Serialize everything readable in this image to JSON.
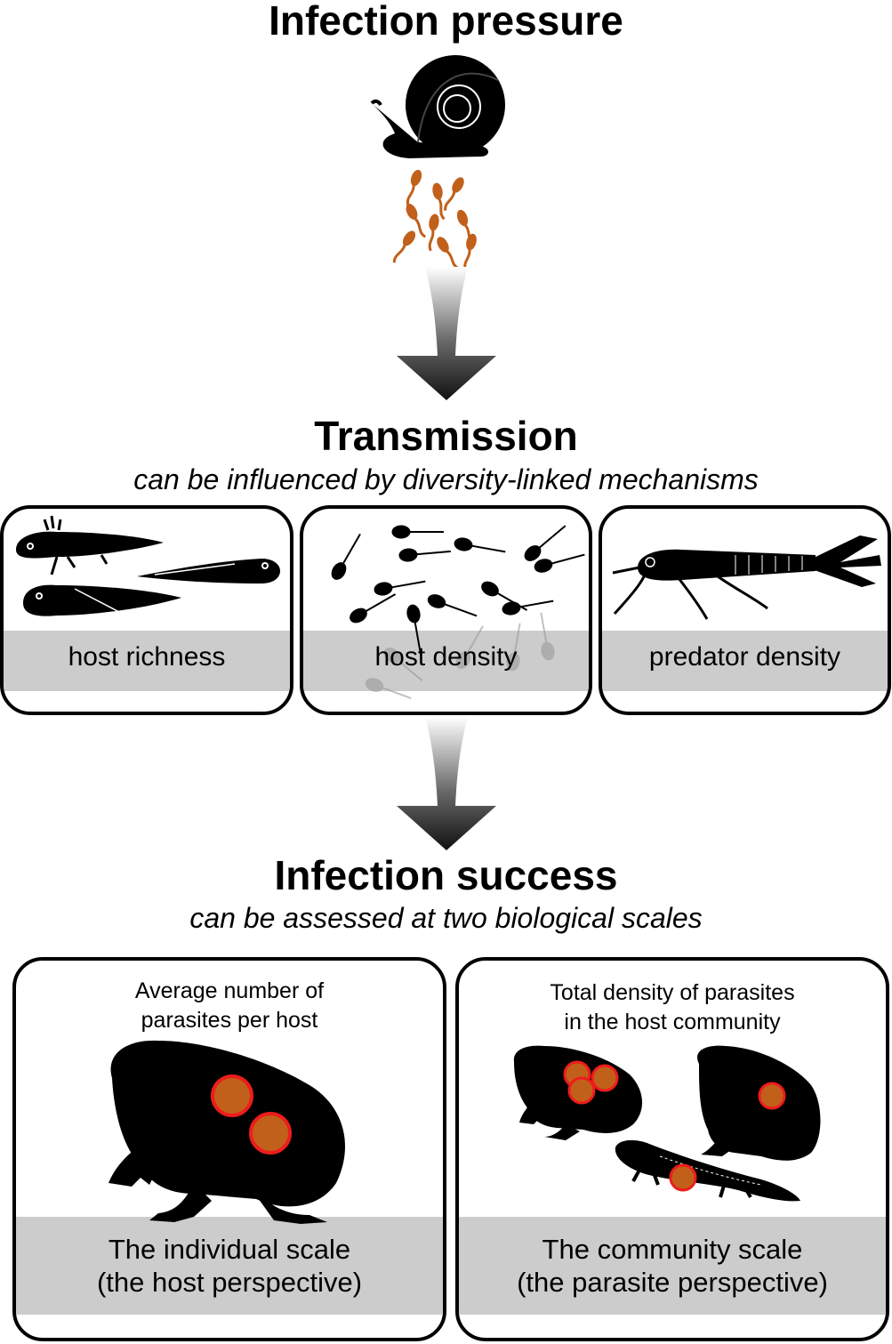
{
  "stage_top": {
    "title": "Infection pressure"
  },
  "stage_middle": {
    "title": "Transmission",
    "subtitle": "can be influenced by diversity-linked mechanisms",
    "boxes": [
      {
        "label": "host richness"
      },
      {
        "label": "host density"
      },
      {
        "label": "predator density"
      }
    ]
  },
  "stage_bottom": {
    "title": "Infection success",
    "subtitle": "can be assessed at two biological scales",
    "boxes": [
      {
        "caption_line1": "Average number of",
        "caption_line2": "parasites per host",
        "label_line1": "The individual scale",
        "label_line2": "(the host perspective)"
      },
      {
        "caption_line1": "Total density of parasites",
        "caption_line2": "in the host community",
        "label_line1": "The community scale",
        "label_line2": "(the parasite perspective)"
      }
    ]
  },
  "colors": {
    "parasite": "#c1601a",
    "infection_outline": "#ee1c1c",
    "band": "#cccccc",
    "silhouette": "#000000"
  },
  "icons": [
    "snail-icon",
    "cercariae-icon",
    "salamander-larva-icon",
    "tadpole-icon",
    "dragonfly-larva-icon",
    "frog-icon",
    "newt-icon",
    "down-arrow-icon"
  ]
}
